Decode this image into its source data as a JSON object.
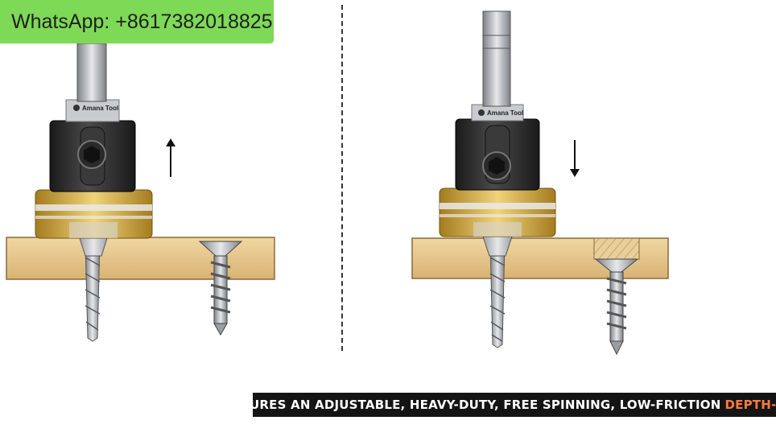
{
  "overlay": {
    "whatsapp_label": "WhatsApp: +8617382018825",
    "bg_color": "#7ed957"
  },
  "brand": {
    "left_logo": "Amana Tool",
    "right_logo": "Amana Tool"
  },
  "panels": {
    "left": {
      "arrow_direction": "up",
      "arrow_icon": "arrow-up"
    },
    "right": {
      "arrow_direction": "down",
      "arrow_icon": "arrow-down"
    }
  },
  "banner": {
    "text": "FEATURES AN ADJUSTABLE, HEAVY-DUTY, FREE SPINNING, LOW-FRICTION",
    "highlight": "DEPTH-STOP",
    "highlight_color": "#ff7a3d",
    "bg_color": "#141414"
  },
  "colors": {
    "wood": "#e8c98f",
    "collar": "#c9a23c",
    "body": "#2b2b2b",
    "steel": "#b9bcc0"
  }
}
